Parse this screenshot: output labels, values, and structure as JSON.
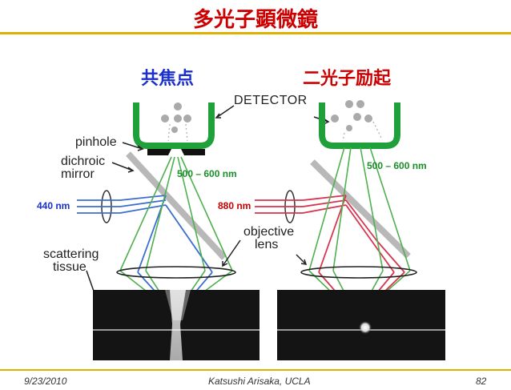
{
  "title": "多光子顕微鏡",
  "columns": {
    "confocal_label": "共焦点",
    "two_photon_label": "二光子励起"
  },
  "diagram_labels": {
    "detector": "DETECTOR",
    "pinhole": "pinhole",
    "dichroic_line1": "dichroic",
    "dichroic_line2": "mirror",
    "objective_line1": "objective",
    "objective_line2": "lens",
    "scattering_line1": "scattering",
    "scattering_line2": "tissue"
  },
  "wavelengths": {
    "emission_left": "500 – 600 nm",
    "emission_right": "500 – 600 nm",
    "excitation_left": "440 nm",
    "excitation_right": "880 nm"
  },
  "colors": {
    "title": "#cc0000",
    "confocal": "#1a2fcc",
    "two_photon": "#cc0000",
    "emission": "#4fb04f",
    "detector": "#1fa03a",
    "rule": "#e0b000"
  },
  "footer": {
    "date": "9/23/2010",
    "author": "Katsushi Arisaka, UCLA",
    "page": "82"
  }
}
